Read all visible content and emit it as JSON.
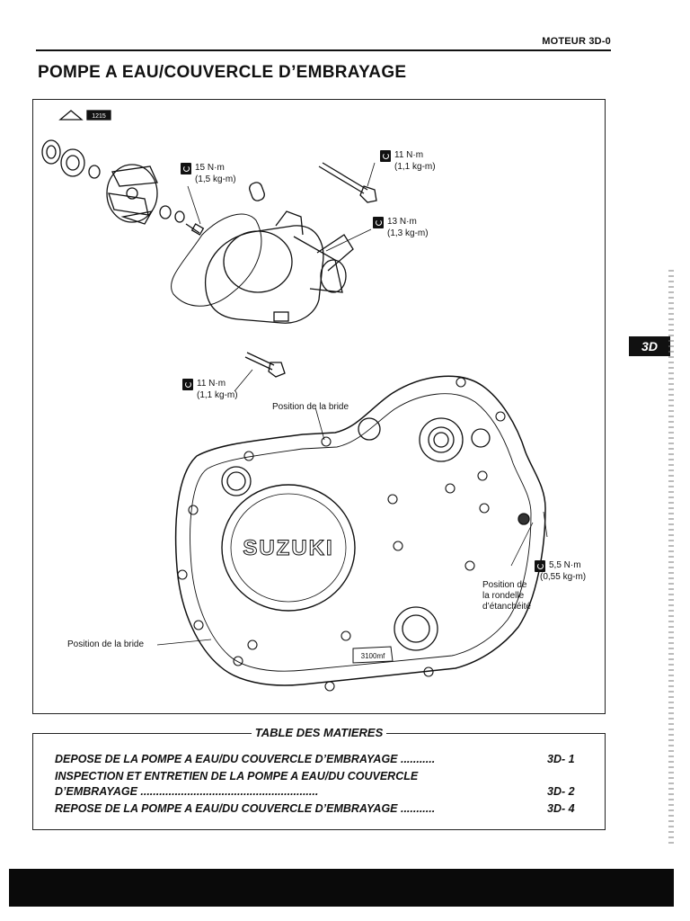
{
  "header": {
    "section": "MOTEUR   3D-0",
    "title": "POMPE A EAU/COUVERCLE D’EMBRAYAGE"
  },
  "tab": "3D",
  "figure": {
    "part_badge": "1215",
    "brand": "SUZUKI",
    "part_number": "3100mf",
    "torques": [
      {
        "nm": "15 N·m",
        "kg": "(1,5 kg-m)"
      },
      {
        "nm": "11 N·m",
        "kg": "(1,1 kg-m)"
      },
      {
        "nm": "13 N·m",
        "kg": "(1,3 kg-m)"
      },
      {
        "nm": "11 N·m",
        "kg": "(1,1 kg-m)"
      },
      {
        "nm": "5,5 N·m",
        "kg": "(0,55 kg-m)"
      }
    ],
    "labels": {
      "flange_top": "Position de la bride",
      "flange_left": "Position de la bride",
      "washer_line1": "Position de",
      "washer_line2": "la rondelle",
      "washer_line3": "d’étanchéité"
    }
  },
  "toc": {
    "title": "TABLE DES MATIERES",
    "entries": [
      {
        "line1": "DEPOSE DE LA POMPE A EAU/DU COUVERCLE D’EMBRAYAGE ...........",
        "page": "3D-  1"
      },
      {
        "line1": "INSPECTION ET ENTRETIEN DE LA POMPE A EAU/DU COUVERCLE",
        "line2": "D’EMBRAYAGE .........................................................",
        "page": "3D-  2"
      },
      {
        "line1": "REPOSE DE LA POMPE A EAU/DU COUVERCLE D’EMBRAYAGE ...........",
        "page": "3D-  4"
      }
    ]
  }
}
